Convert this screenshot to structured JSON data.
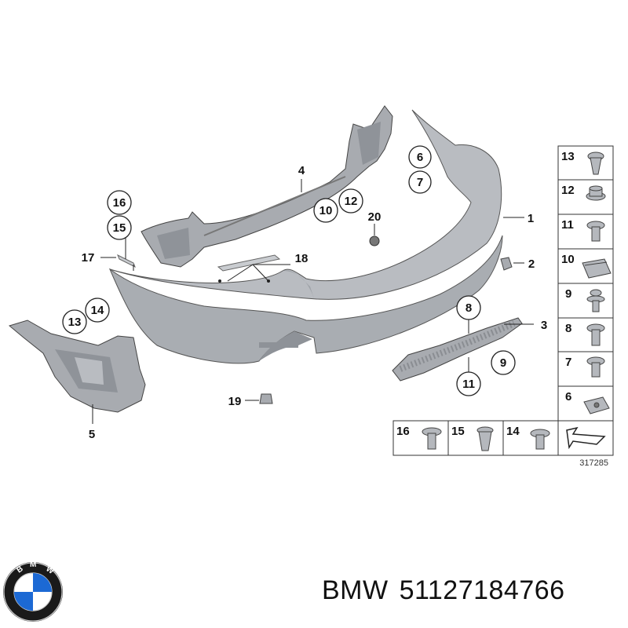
{
  "diagram": {
    "part_labels": {
      "p1": "1",
      "p2": "2",
      "p3": "3",
      "p4": "4",
      "p5": "5",
      "p6": "6",
      "p7": "7",
      "p8": "8",
      "p9": "9",
      "p10": "10",
      "p11": "11",
      "p12": "12",
      "p13": "13",
      "p14": "14",
      "p15": "15",
      "p16": "16",
      "p17": "17",
      "p18": "18",
      "p19": "19",
      "p20": "20"
    },
    "fastener_table_right": [
      "13",
      "12",
      "11",
      "10",
      "9",
      "8",
      "7",
      "6"
    ],
    "fastener_table_bottom": [
      "16",
      "15",
      "14"
    ],
    "diagram_code": "317285"
  },
  "footer": {
    "brand": "BMW",
    "part_number": "51127184766"
  },
  "colors": {
    "bumper_fill": "#b9bcc1",
    "bumper_shade": "#9a9ea4",
    "carrier_fill": "#a8abb0",
    "line": "#222222",
    "logo_blue": "#1c69d4"
  }
}
